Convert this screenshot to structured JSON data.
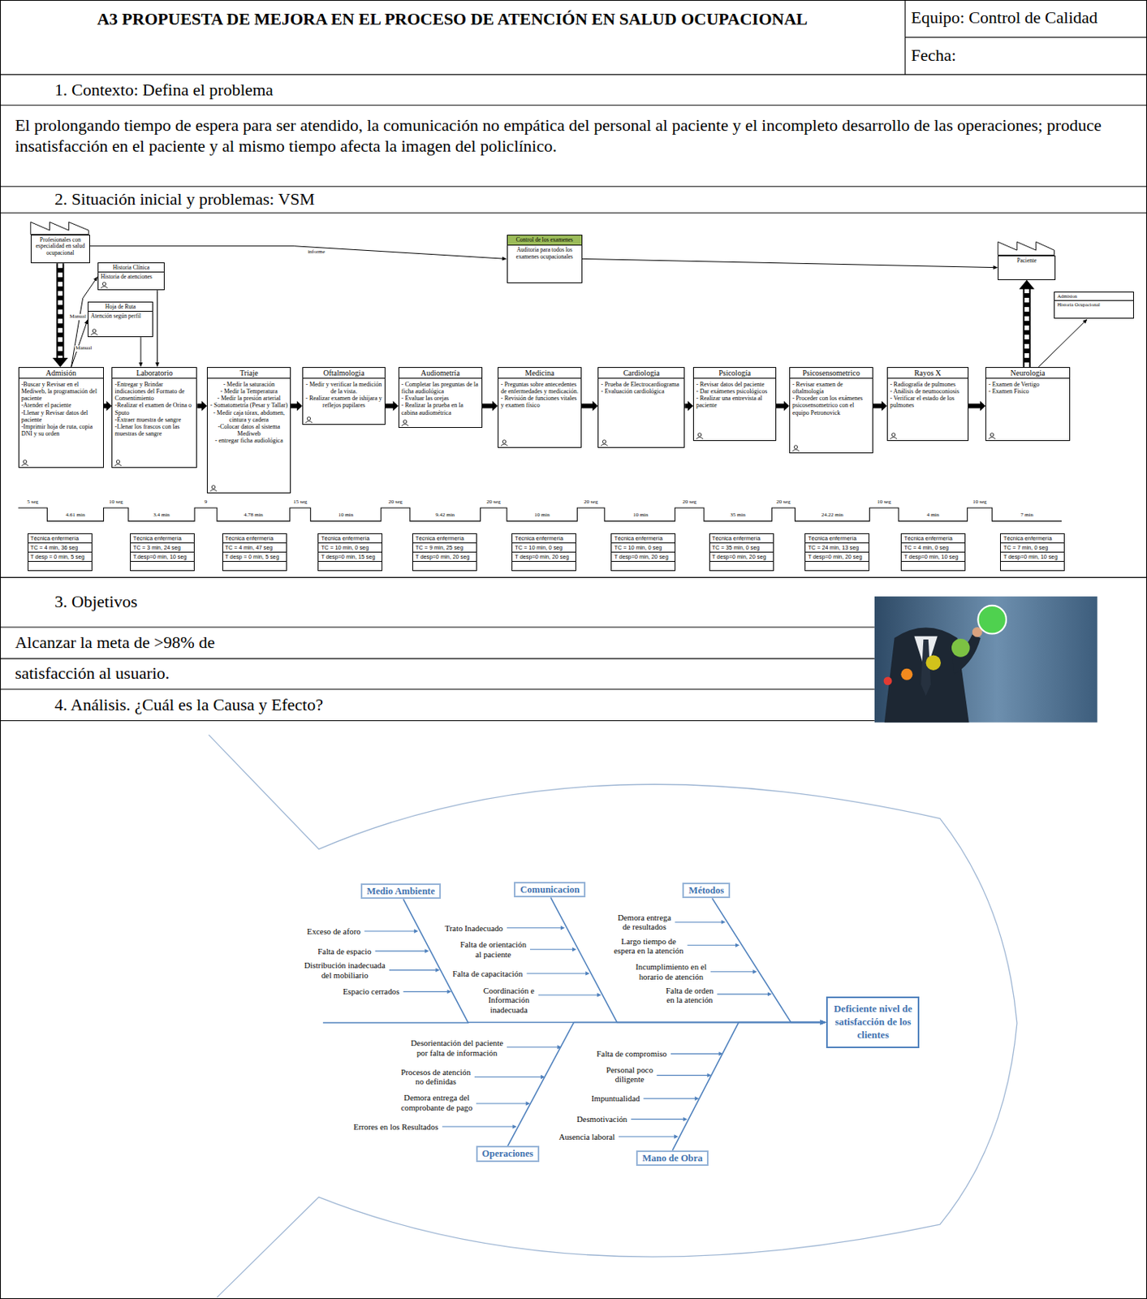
{
  "diagram": {
    "title": "A3 PROPUESTA DE MEJORA EN EL PROCESO DE ATENCIÓN EN SALUD OCUPACIONAL",
    "nodes": [
      {
        "text": [
          "Profesionales con especialidad en salud ocupacional"
        ]
      },
      {
        "text": [
          "Control de los examenes",
          "Auditoria para todos los examenes ocupacionales"
        ]
      },
      {
        "text": [
          "Paciente"
        ]
      },
      {
        "text": [
          "Historia Clínica",
          "Historia de atenciones"
        ]
      },
      {
        "text": [
          "Hoja de Ruta",
          "Atención según perfil"
        ]
      },
      {
        "text": [
          "Admision",
          "Historia Ocupacional"
        ]
      },
      {
        "text": [
          "Admisión",
          "-Buscar y Revisar en el Mediweb, la programación del paciente",
          "-Atender el paciente",
          "-Llenar y Revisar datos del paciente",
          "-Imprimir hoja de ruta, copia DNI y su orden"
        ]
      },
      {
        "text": [
          "Laboratorio",
          "-Entregar y Brindar indicaciones del Formato de Consentimiento",
          "-Realizar el examen de Orina o Sputo",
          "-Extraer muestra de sangre",
          "-Llenar los frascos con las muestras de sangre"
        ]
      },
      {
        "text": [
          "Triaje",
          "- Medir la saturación",
          "- Medir la Temperatura",
          "- Medir la presión arterial",
          "- Somatometría (Pesar y Tallar)",
          "- Medir caja tórax, abdomen, cintura y cadera",
          "-Colocar datos al sistema Mediweb",
          "- entregar ficha audiológica"
        ]
      },
      {
        "text": [
          "Oftalmologia",
          "- Medir y verificar la medición de la vista.",
          "- Realizar examen de ishijara y reflejos pupilares"
        ]
      },
      {
        "text": [
          "Audiometría",
          "- Completar las preguntas de la ficha audiológica",
          "- Evaluar las orejas",
          "- Realizar la prueba en la cabina audiométrica"
        ]
      },
      {
        "text": [
          "Medicina",
          "- Preguntas sobre antecedentes de enfermedades y medicación.",
          "- Revisión de funciones vitales y examen físico"
        ]
      },
      {
        "text": [
          "Cardiologia",
          "- Prueba de Electrocardiograma",
          "- Evaluación cardiológica"
        ]
      },
      {
        "text": [
          "Psicología",
          "- Revisar datos del paciente",
          "- Dar exámenes psicológicos",
          "- Realizar una entrevista al paciente"
        ]
      },
      {
        "text": [
          "Psicosensometrico",
          "- Revisar examen de oftalmología",
          "- Proceder con los exámenes psicosensometrico con el equipo Petronovick"
        ]
      },
      {
        "text": [
          "Rayos X",
          "- Radiografía de pulmones",
          "- Análisis de neumoconiosis",
          "- Verificar el estado de los pulmones"
        ]
      },
      {
        "text": [
          "Neurologia",
          "- Examen de Vertigo",
          "- Examen Fisico"
        ]
      },
      {
        "text": [
          "Técnica enfermería",
          "TC = 4 min, 36 seg",
          "T desp = 0 min, 5 seg"
        ]
      },
      {
        "text": [
          "Técnica enfermería",
          "TC = 3 min, 24 seg",
          "T.desp=0 min, 10 seg"
        ]
      },
      {
        "text": [
          "Técnica enfermería",
          "TC = 4 min, 47 seg",
          "T desp = 0 min, 5 seg"
        ]
      },
      {
        "text": [
          "Técnica enfermería",
          "TC = 10 min, 0 seg",
          "T desp=0 min, 15 seg"
        ]
      },
      {
        "text": [
          "Técnica enfermería",
          "TC = 9 min, 25 seg",
          "T desp=0 min, 20 seg"
        ]
      },
      {
        "text": [
          "Técnica enfermería",
          "TC = 10 min, 0 seg",
          "T desp=0 min, 20 seg"
        ]
      },
      {
        "text": [
          "Técnica enfermería",
          "TC = 10 min, 0 seg",
          "T desp=0 min, 20 seg"
        ]
      },
      {
        "text": [
          "Técnica enfermería",
          "TC = 35 min, 0 seg",
          "T desp=0 min, 20 seg"
        ]
      },
      {
        "text": [
          "Técnica enfermería",
          "TC = 24 min, 13 seg",
          "T desp=0 min, 20 seg"
        ]
      },
      {
        "text": [
          "Técnica enfermería",
          "TC = 4 min, 0 seg",
          "T desp=0 min, 10 seg"
        ]
      },
      {
        "text": [
          "Técnica enfermería",
          "TC = 7 min, 0 seg",
          "T desp=0 min, 10 seg"
        ]
      },
      {
        "text": [
          "Medio Ambiente"
        ]
      },
      {
        "text": [
          "Comunicacion"
        ]
      },
      {
        "text": [
          "Métodos"
        ]
      },
      {
        "text": [
          "Operaciones"
        ]
      },
      {
        "text": [
          "Mano de Obra"
        ]
      },
      {
        "text": [
          "Deficiente nivel de satisfacción de los clientes"
        ]
      }
    ],
    "edges": [
      {
        "from": 0,
        "to": 6,
        "arrow": "to"
      },
      {
        "from": 0,
        "to": 1,
        "label": "informe",
        "arrow": "to"
      },
      {
        "from": 1,
        "to": 2,
        "arrow": "to"
      },
      {
        "from": 6,
        "to": 3,
        "label": "Manual",
        "arrow": "to"
      },
      {
        "from": 6,
        "to": 4,
        "label": "Manual",
        "arrow": "to"
      },
      {
        "from": 3,
        "to": 7,
        "arrow": "to"
      },
      {
        "from": 4,
        "to": 7,
        "arrow": "to"
      },
      {
        "from": 6,
        "to": 7,
        "arrow": "to"
      },
      {
        "from": 7,
        "to": 8,
        "arrow": "to"
      },
      {
        "from": 8,
        "to": 9,
        "arrow": "to"
      },
      {
        "from": 9,
        "to": 10,
        "arrow": "to"
      },
      {
        "from": 10,
        "to": 11,
        "arrow": "to"
      },
      {
        "from": 11,
        "to": 12,
        "arrow": "to"
      },
      {
        "from": 12,
        "to": 13,
        "arrow": "to"
      },
      {
        "from": 13,
        "to": 14,
        "arrow": "to"
      },
      {
        "from": 14,
        "to": 15,
        "arrow": "to"
      },
      {
        "from": 15,
        "to": 16,
        "arrow": "to"
      },
      {
        "from": 16,
        "to": 2,
        "arrow": "to"
      },
      {
        "from": 16,
        "to": 5,
        "arrow": "to"
      },
      {
        "from": 28,
        "to": 33,
        "arrow": "to"
      },
      {
        "from": 29,
        "to": 33,
        "arrow": "to"
      },
      {
        "from": 30,
        "to": 33,
        "arrow": "to"
      },
      {
        "from": 31,
        "to": 33,
        "arrow": "to"
      },
      {
        "from": 32,
        "to": 33,
        "arrow": "to"
      }
    ],
    "labels": [
      "Equipo: Control de Calidad",
      "Fecha:",
      "1. Contexto: Defina el problema",
      "El prolongando tiempo de espera para ser atendido, la comunicación no empática del personal al paciente y el incompleto desarrollo de las operaciones; produce insatisfacción en el paciente y al mismo tiempo afecta la imagen del policlínico.",
      "2. Situación inicial y problemas: VSM",
      "5 seg",
      "4.61 min",
      "10 seg",
      "3.4 min",
      "9",
      "4.78 min",
      "15 seg",
      "10 min",
      "20 seg",
      "9.42 min",
      "20 seg",
      "10 min",
      "20 seg",
      "10 min",
      "20 seg",
      "35 min",
      "20 seg",
      "24.22 min",
      "10 seg",
      "4 min",
      "10 seg",
      "7 min",
      "3. Objetivos",
      "Alcanzar la meta de >98% de",
      "satisfacción al usuario.",
      "4. Análisis. ¿Cuál es la Causa y Efecto?",
      "Exceso de aforo",
      "Falta de espacio",
      "Distribución inadecuada del mobiliario",
      "Espacio cerrados",
      "Trato Inadecuado",
      "Falta de orientación al paciente",
      "Falta de capacitación",
      "Coordinación e Información inadecuada",
      "Demora entrega de resultados",
      "Largo tiempo de espera en la atención",
      "Incumplimiento en el horario de atención",
      "Falta de orden en la atención",
      "Desorientación del paciente por falta de información",
      "Procesos de atención no definidas",
      "Demora entrega del comprobante de pago",
      "Errores en los Resultados",
      "Falta de compromiso",
      "Personal poco diligente",
      "Impuntualidad",
      "Desmotivación",
      "Ausencia laboral"
    ]
  }
}
